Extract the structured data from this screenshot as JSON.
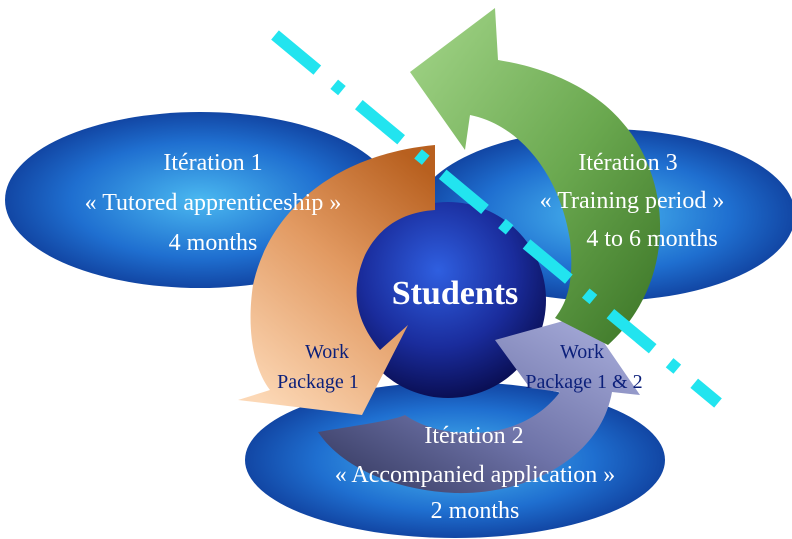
{
  "center": {
    "label": "Students"
  },
  "iterations": [
    {
      "id": "it1",
      "title": "Itération 1",
      "name": "« Tutored apprenticeship »",
      "duration": "4 months"
    },
    {
      "id": "it2",
      "title": "Itération 2",
      "name": "« Accompanied application »",
      "duration": "2 months"
    },
    {
      "id": "it3",
      "title": "Itération 3",
      "name": "« Training period »",
      "duration": "4 to 6 months"
    }
  ],
  "work_packages": [
    {
      "line1": "Work",
      "line2": "Package 1"
    },
    {
      "line1": "Work",
      "line2": "Package 1 & 2"
    }
  ],
  "colors": {
    "ellipse_light": "#4ab8f0",
    "ellipse_dark": "#0a2e8a",
    "arrow_orange": "#c06d2b",
    "arrow_peach": "#fbcfa8",
    "arrow_green_light": "#9bcf7e",
    "arrow_green_dark": "#3f7d2b",
    "arrow_slate_light": "#a0a6d6",
    "arrow_slate_dark": "#3e436e",
    "dashed_line": "#22e4ef",
    "navy_text": "#0b1f7a"
  }
}
